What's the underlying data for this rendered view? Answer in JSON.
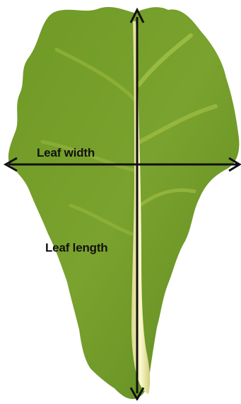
{
  "labels": {
    "width": "Leaf width",
    "length": "Leaf length"
  },
  "colors": {
    "leaf_dark": "#5f8f22",
    "leaf_mid": "#7aa22e",
    "leaf_light": "#a9c44a",
    "midrib": "#f2efb6",
    "arrows": "#111111"
  },
  "icons": [
    "leaf-illustration",
    "arrow-up-icon",
    "arrow-down-icon",
    "arrow-left-icon",
    "arrow-right-icon"
  ]
}
